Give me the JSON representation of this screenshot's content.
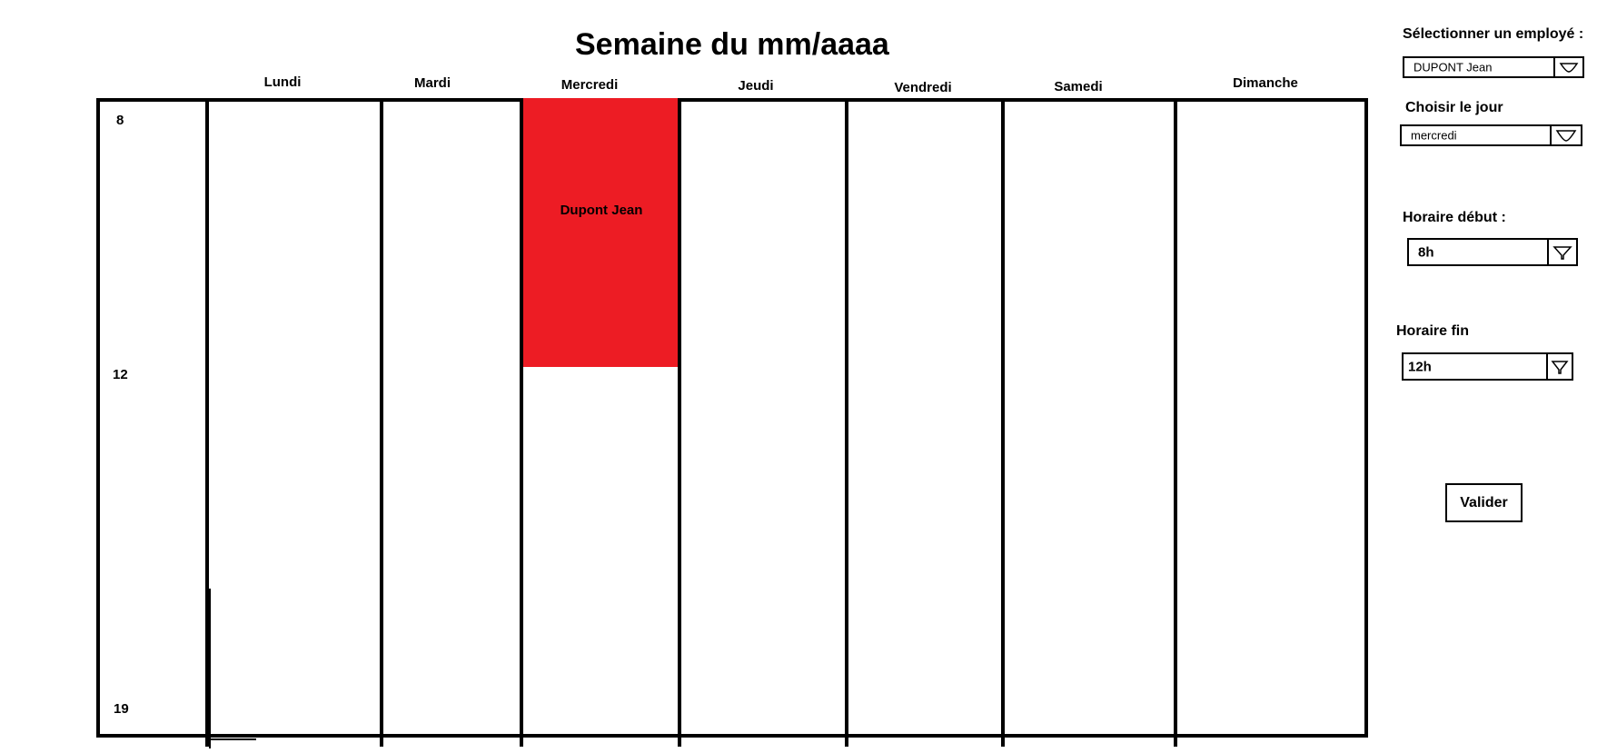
{
  "header": {
    "title": "Semaine du mm/aaaa"
  },
  "calendar": {
    "days": [
      "Lundi",
      "Mardi",
      "Mercredi",
      "Jeudi",
      "Vendredi",
      "Samedi",
      "Dimanche"
    ],
    "hours": [
      "8",
      "12",
      "19"
    ],
    "event": {
      "label": "Dupont Jean",
      "day": "Mercredi",
      "start": "8",
      "end": "12",
      "color": "#ed1c24"
    }
  },
  "form": {
    "employee": {
      "label": "Sélectionner un employé :",
      "value": "DUPONT Jean"
    },
    "day": {
      "label": "Choisir le jour",
      "value": "mercredi"
    },
    "start": {
      "label": "Horaire début :",
      "value": "8h"
    },
    "end": {
      "label": "Horaire fin",
      "value": "12h"
    },
    "submit_label": "Valider"
  }
}
